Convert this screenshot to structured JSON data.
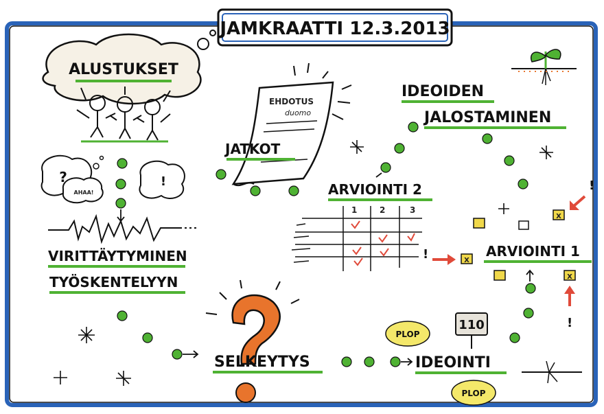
{
  "title": "JAMKRAATTI 12.3.2013",
  "labels": {
    "alustukset": "ALUSTUKSET",
    "ehdotus": "EHDOTUS",
    "duomo": "duomo",
    "jatkot": "JATKOT",
    "ideoiden": "IDEOIDEN",
    "jalostaminen": "JALOSTAMINEN",
    "arviointi2": "ARVIOINTI 2",
    "arviointi1": "ARVIOINTI 1",
    "virittaytyminen": "VIRITTÄYTYMINEN",
    "tyoskentelyyn": "TYÖSKENTELYYN",
    "selkeytys": "SELKEYTYS",
    "ideointi": "IDEOINTI",
    "plop": "PLOP",
    "sign": "110",
    "aha": "AHAA!",
    "question": "?",
    "exclaim": "!",
    "col1": "1",
    "col2": "2",
    "col3": "3",
    "x_mark": "X"
  },
  "colors": {
    "frame": "#2a63b8",
    "ink": "#111111",
    "green": "#4fb233",
    "yellow_box": "#f0d84a",
    "orange": "#e8742c",
    "red_arrow": "#e04a3a",
    "plop_yellow": "#f4e86a"
  }
}
